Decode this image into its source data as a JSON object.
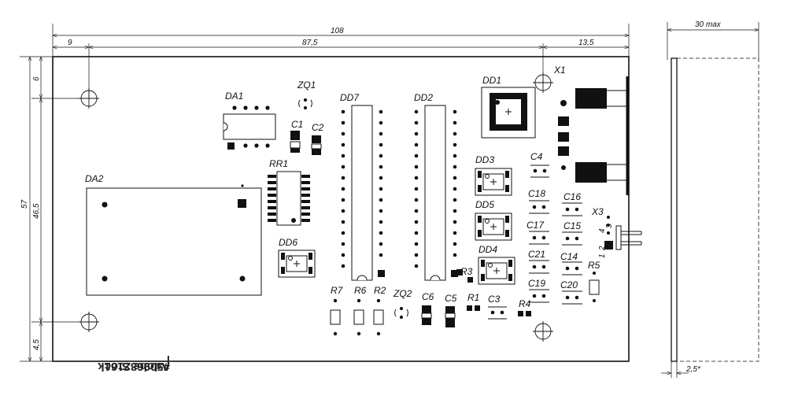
{
  "dimensions": {
    "total_width": "108",
    "left_offset": "9",
    "inner_width": "87,5",
    "right_offset": "13,5",
    "total_height": "57",
    "inner_height": "46,5",
    "top_offset": "6",
    "bottom_offset": "4,5",
    "side_height_max": "30 max",
    "board_thickness": "2,5*"
  },
  "components": {
    "DA1": "DA1",
    "DA2": "DA2",
    "ZQ1": "ZQ1",
    "ZQ2": "ZQ2",
    "C1": "C1",
    "C2": "C2",
    "C3": "C3",
    "C4": "C4",
    "C5": "C5",
    "C6": "C6",
    "C14": "C14",
    "C15": "C15",
    "C16": "C16",
    "C17": "C17",
    "C18": "C18",
    "C19": "C19",
    "C20": "C20",
    "C21": "C21",
    "RR1": "RR1",
    "DD1": "DD1",
    "DD2": "DD2",
    "DD3": "DD3",
    "DD4": "DD4",
    "DD5": "DD5",
    "DD6": "DD6",
    "DD7": "DD7",
    "X1": "X1",
    "X3": "X3",
    "R1": "R1",
    "R2": "R2",
    "R3": "R3",
    "R4": "R4",
    "R5": "R5",
    "R6": "R6",
    "R7": "R7"
  },
  "pin_numbers": {
    "p1": "1",
    "p2": "2",
    "p3": "3",
    "p4": "4"
  },
  "watermark": {
    "brand": "Adobe Stock",
    "id": "#509682161"
  }
}
